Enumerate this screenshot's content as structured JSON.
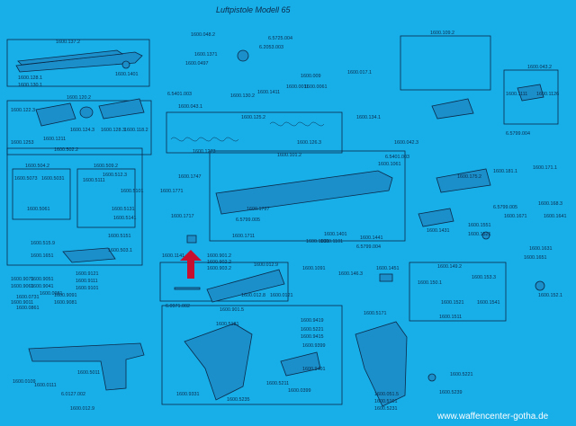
{
  "title": "Luftpistole   Modell   65",
  "website": "www.waffencenter-gotha.de",
  "colors": {
    "background": "#18aee8",
    "ink": "#0b2a4a",
    "arrow": "#c8102e",
    "part_fill": "#1b8fc9"
  },
  "labels": [
    "1600.137.2",
    "1600.048.2",
    "6.5725.004",
    "6.2053.003",
    "1600.1371",
    "1600.0497",
    "1600.009",
    "1600.017.1",
    "1600.109.2",
    "1600.0011",
    "1600.0061",
    "1600.128.1",
    "1600.130.1",
    "1600.1401",
    "1600.120.2",
    "6.5401.003",
    "1600.130.2",
    "1600.1411",
    "1600.043.2",
    "1600.122.3",
    "1600.124.3",
    "1600.128.3",
    "1600.118.2",
    "1600.1253",
    "1600.1211",
    "1600.043.1",
    "1600.1111",
    "1600.1126",
    "6.5799.004",
    "1600.125.2",
    "1600.1273",
    "1600.126.3",
    "1600.502.2",
    "1600.504.2",
    "1600.509.2",
    "1600.512.3",
    "1600.5073",
    "1600.5031",
    "1600.5111",
    "1600.5101",
    "1600.5131",
    "1600.5141",
    "1600.5061",
    "1600.515.9",
    "1600.5151",
    "1600.1651",
    "1600.503.1",
    "1600.134.1",
    "1600.042.3",
    "6.5401.003",
    "1600.1061",
    "1600.101.2",
    "1600.181.1",
    "1600.171.1",
    "1600.1747",
    "1600.1771",
    "1600.175.2",
    "6.5799.005",
    "1600.1671",
    "1600.168.3",
    "1600.1641",
    "1600.1551",
    "1600.1521",
    "1600.1631",
    "1600.1651",
    "1600.1717",
    "1600.1727",
    "6.5799.005",
    "1600.1711",
    "1600.1441",
    "6.5799.004",
    "1600.1431",
    "1600.1401",
    "1600.1091",
    "1600.1031",
    "1600.1141",
    "1600.0981",
    "1600.0731",
    "1600.5011",
    "1600.0111",
    "1600.0861",
    "1600.1101",
    "1600.901.2",
    "1600.902.2",
    "1600.903.2",
    "1600.012.9",
    "1600.012.8",
    "6.0971.002",
    "1600.901.5",
    "1600.0121",
    "1600.146.3",
    "1600.1451",
    "1600.149.2",
    "1600.150.1",
    "1600.153.3",
    "1600.1521",
    "1600.1541",
    "1600.1511",
    "1600.152.1",
    "1600.9071",
    "1600.9061",
    "1600.9051",
    "1600.9041",
    "1600.9011",
    "1600.9121",
    "1600.9111",
    "1600.9101",
    "1600.9091",
    "1600.9081",
    "1600.5181",
    "1600.9331",
    "1600.5235",
    "1600.9419",
    "1600.9415",
    "1600.5221",
    "1600.9399",
    "1600.5211",
    "1600.0399",
    "1600.0109",
    "1600.5171",
    "6.0127.002",
    "1600.012.9",
    "1600.051.5",
    "1600.5161",
    "1600.5239",
    "1600.5221",
    "1600.5231",
    "1600.9401"
  ]
}
